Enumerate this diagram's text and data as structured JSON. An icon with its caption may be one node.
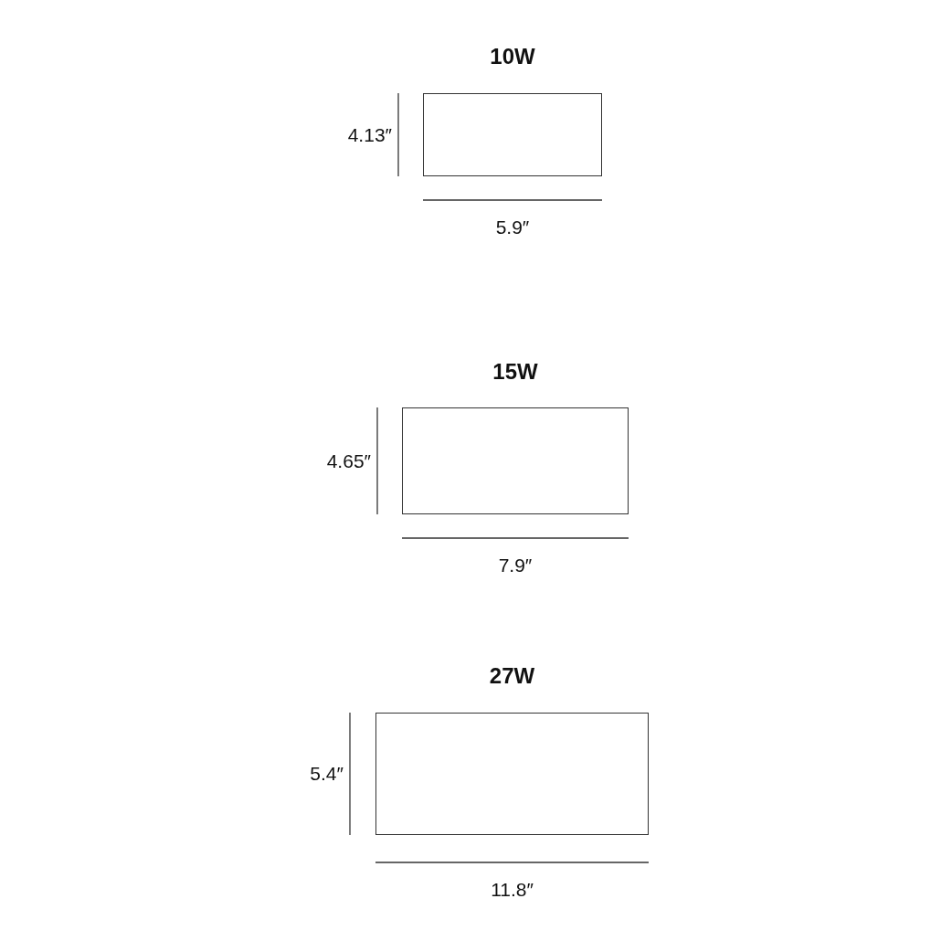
{
  "diagram": {
    "nodes": [
      {
        "text": [
          "10W"
        ]
      },
      {
        "text": [
          "15W"
        ]
      },
      {
        "text": [
          "27W"
        ]
      }
    ],
    "labels": [
      "4.13″",
      "5.9″",
      "4.65″",
      "7.9″",
      "5.4″",
      "11.8″"
    ]
  }
}
